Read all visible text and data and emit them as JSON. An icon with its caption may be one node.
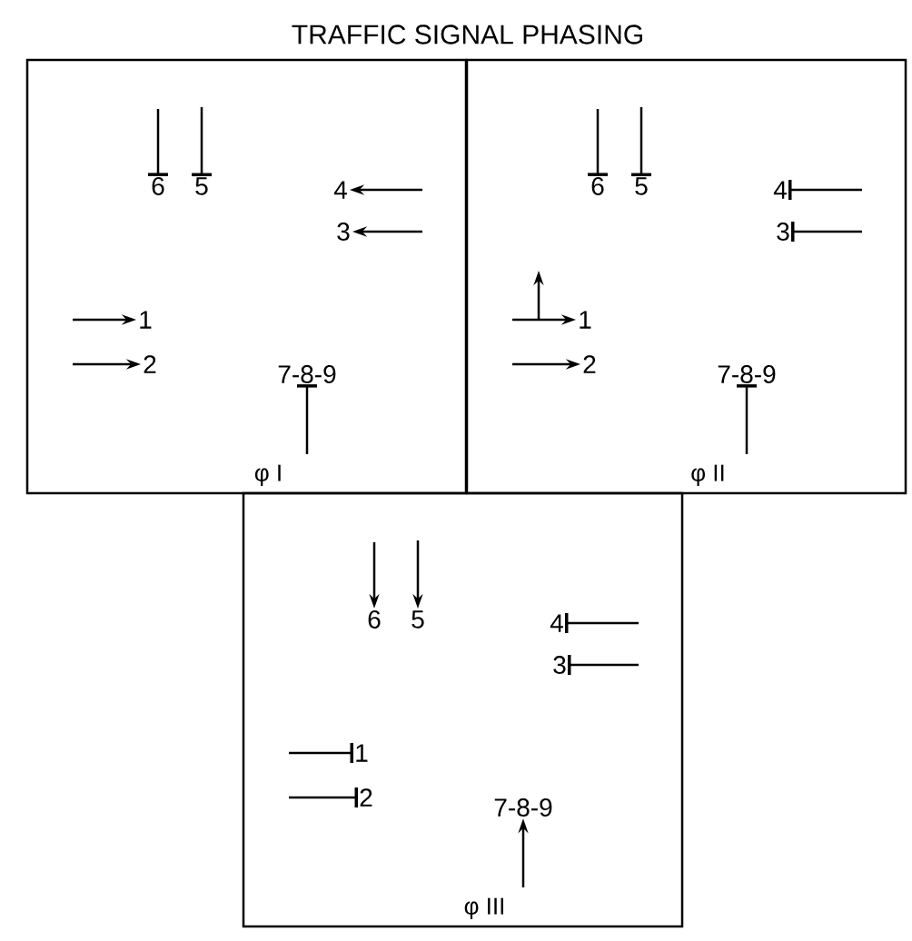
{
  "diagram": {
    "title": "TRAFFIC SIGNAL PHASING",
    "nodes": [
      {
        "text": [
          "φ I"
        ]
      },
      {
        "text": [
          "6"
        ],
        "in": 0
      },
      {
        "text": [
          "5"
        ],
        "in": 0
      },
      {
        "text": [
          "4"
        ],
        "in": 0
      },
      {
        "text": [
          "3"
        ],
        "in": 0
      },
      {
        "text": [
          "1"
        ],
        "in": 0
      },
      {
        "text": [
          "2"
        ],
        "in": 0
      },
      {
        "text": [
          "7-8-9"
        ],
        "in": 0
      },
      {
        "text": [
          "φ II"
        ]
      },
      {
        "text": [
          "6"
        ],
        "in": 8
      },
      {
        "text": [
          "5"
        ],
        "in": 8
      },
      {
        "text": [
          "4"
        ],
        "in": 8
      },
      {
        "text": [
          "3"
        ],
        "in": 8
      },
      {
        "text": [
          "1"
        ],
        "in": 8
      },
      {
        "text": [
          "2"
        ],
        "in": 8
      },
      {
        "text": [
          "7-8-9"
        ],
        "in": 8
      },
      {
        "text": [
          "φ III"
        ]
      },
      {
        "text": [
          "6"
        ],
        "in": 16
      },
      {
        "text": [
          "5"
        ],
        "in": 16
      },
      {
        "text": [
          "4"
        ],
        "in": 16
      },
      {
        "text": [
          "3"
        ],
        "in": 16
      },
      {
        "text": [
          "1"
        ],
        "in": 16
      },
      {
        "text": [
          "2"
        ],
        "in": 16
      },
      {
        "text": [
          "7-8-9"
        ],
        "in": 16
      }
    ],
    "edges": [
      {
        "from": null,
        "to": 1,
        "arrow": "other"
      },
      {
        "from": null,
        "to": 2,
        "arrow": "other"
      },
      {
        "from": null,
        "to": 3,
        "arrow": "to"
      },
      {
        "from": null,
        "to": 4,
        "arrow": "to"
      },
      {
        "from": null,
        "to": 5,
        "arrow": "to"
      },
      {
        "from": null,
        "to": 6,
        "arrow": "to"
      },
      {
        "from": null,
        "to": 7,
        "arrow": "other"
      },
      {
        "from": null,
        "to": 9,
        "arrow": "other"
      },
      {
        "from": null,
        "to": 10,
        "arrow": "other"
      },
      {
        "from": null,
        "to": 11,
        "arrow": "other"
      },
      {
        "from": null,
        "to": 12,
        "arrow": "other"
      },
      {
        "from": null,
        "to": 13,
        "arrow": "to"
      },
      {
        "from": null,
        "to": 14,
        "arrow": "to"
      },
      {
        "from": null,
        "to": 15,
        "arrow": "other"
      },
      {
        "from": null,
        "to": 17,
        "arrow": "to"
      },
      {
        "from": null,
        "to": 18,
        "arrow": "to"
      },
      {
        "from": null,
        "to": 19,
        "arrow": "other"
      },
      {
        "from": null,
        "to": 20,
        "arrow": "other"
      },
      {
        "from": null,
        "to": 21,
        "arrow": "other"
      },
      {
        "from": null,
        "to": 22,
        "arrow": "other"
      },
      {
        "from": null,
        "to": 23,
        "arrow": "to"
      }
    ]
  }
}
